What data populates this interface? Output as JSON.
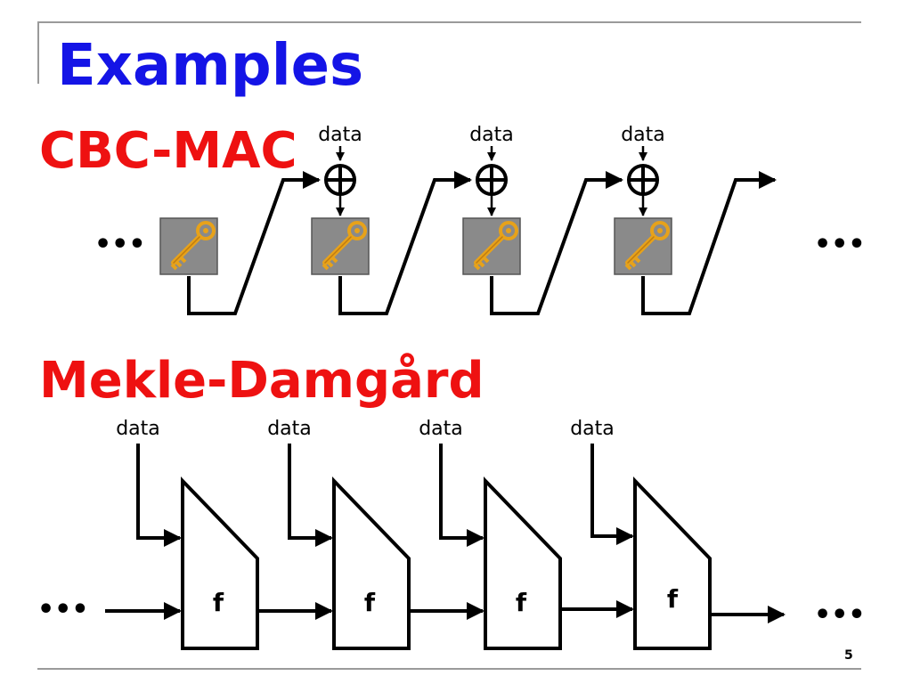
{
  "slide": {
    "title": "Examples",
    "page_number": "5"
  },
  "cbc_mac": {
    "label": "CBC-MAC",
    "inputs": [
      "data",
      "data",
      "data"
    ],
    "ellipsis_left": "•••",
    "ellipsis_right": "•••",
    "block_icon": "key-icon",
    "xor_icon": "xor-icon"
  },
  "merkle_damgard": {
    "label": "Mekle-Damgård",
    "inputs": [
      "data",
      "data",
      "data",
      "data"
    ],
    "function_label": "f",
    "ellipsis_left": "•••",
    "ellipsis_right": "•••"
  },
  "colors": {
    "title": "#1414e6",
    "section_label": "#ee1111",
    "frame": "#9a9a9a",
    "key_box": "#8a8a8a",
    "key_gold": "#e7a21a"
  }
}
